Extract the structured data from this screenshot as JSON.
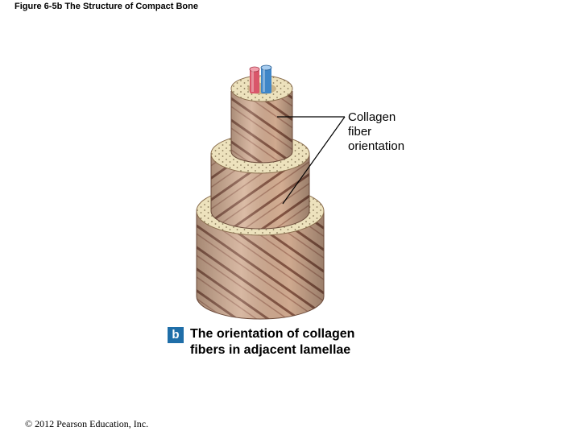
{
  "figure_title": "Figure 6-5b  The Structure of Compact Bone",
  "callout": {
    "line1": "Collagen",
    "line2": "fiber",
    "line3": "orientation"
  },
  "caption": {
    "badge": "b",
    "line1": "The orientation of collagen",
    "line2": "fibers in adjacent lamellae"
  },
  "copyright": "© 2012 Pearson Education, Inc.",
  "colors": {
    "lamella_base": "#cfa98f",
    "fiber_stripe": "#7a4a3a",
    "ring_face": "#ede2bd",
    "artery": "#d9566a",
    "vein": "#3f86c8",
    "badge": "#1f6ea8"
  }
}
